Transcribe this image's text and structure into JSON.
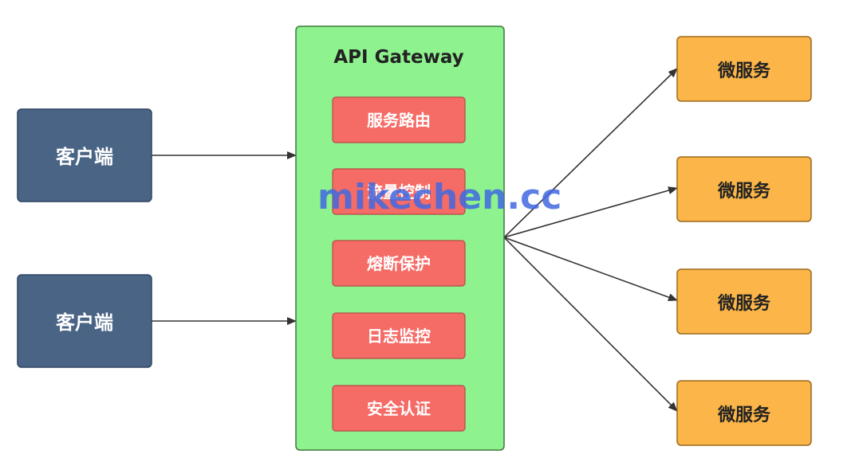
{
  "colors": {
    "client_fill": "#4a6485",
    "gateway_fill": "#8ef28e",
    "gateway_border": "#3a7a3a",
    "feature_fill": "#f56b66",
    "service_fill": "#fbb548",
    "arrow": "#333333",
    "watermark": "#4169E1"
  },
  "clients": [
    {
      "label": "客户端"
    },
    {
      "label": "客户端"
    }
  ],
  "gateway": {
    "title": "API Gateway",
    "features": [
      {
        "label": "服务路由"
      },
      {
        "label": "流量控制"
      },
      {
        "label": "熔断保护"
      },
      {
        "label": "日志监控"
      },
      {
        "label": "安全认证"
      }
    ]
  },
  "services": [
    {
      "label": "微服务"
    },
    {
      "label": "微服务"
    },
    {
      "label": "微服务"
    },
    {
      "label": "微服务"
    }
  ],
  "watermark": {
    "text": "mikechen.cc"
  }
}
